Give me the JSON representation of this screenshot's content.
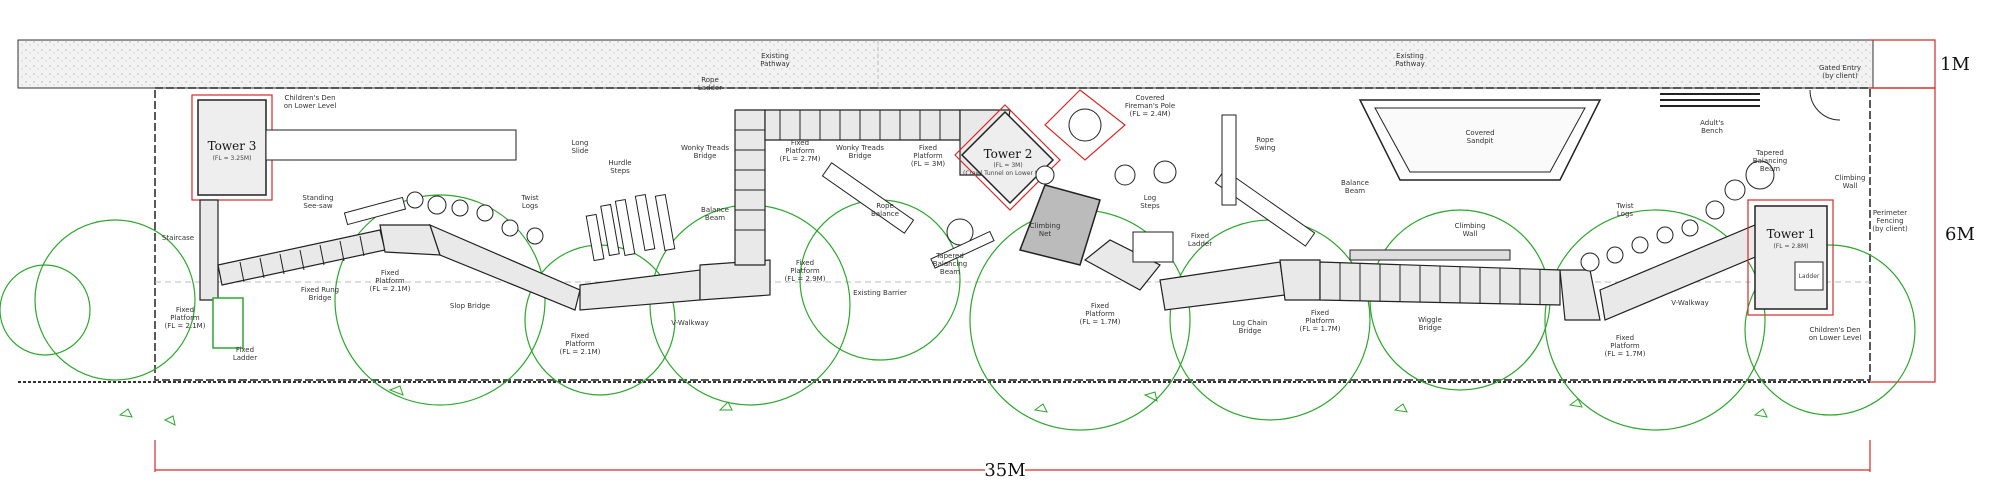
{
  "dimensions": {
    "width": "35M",
    "depth": "6M",
    "path": "1M"
  },
  "pathway": {
    "label_1": "Existing\nPathway",
    "label_2": "Existing\nPathway"
  },
  "gate": "Gated Entry\n(by client)",
  "fence": "Perimeter\nFencing\n(by client)",
  "towers": {
    "t3": {
      "name": "Tower 3",
      "fl": "(FL = 3.25M)"
    },
    "t2": {
      "name": "Tower 2",
      "fl": "(FL = 3M)",
      "note": "(Crawl Tunnel on Lower Level)"
    },
    "t1": {
      "name": "Tower 1",
      "fl": "(FL = 2.8M)"
    }
  },
  "labels": {
    "childrens_den_top": "Children's Den\non Lower Level",
    "long_slide": "Long\nSlide",
    "hurdle_steps": "Hurdle\nSteps",
    "rope_ladder": "Rope\nLadder",
    "wonky_1": "Wonky Treads\nBridge",
    "fixed_plat_a": "Fixed\nPlatform\n(FL = 2.7M)",
    "wonky_2": "Wonky Treads\nBridge",
    "fixed_plat_b": "Fixed\nPlatform\n(FL = 3M)",
    "covered_pole": "Covered\nFireman's Pole\n(FL = 2.4M)",
    "rope_swing": "Rope\nSwing",
    "covered_sandpit": "Covered\nSandpit",
    "adults_bench": "Adult's\nBench",
    "tapered_balancing_top": "Tapered\nBalancing\nBeam",
    "climbing_wall": "Climbing\nWall",
    "standing_seesaw": "Standing\nSee-saw",
    "twist_logs_1": "Twist\nLogs",
    "staircase": "Staircase",
    "fixed_rung_bridge": "Fixed Rung\nBridge",
    "fixed_plat_c": "Fixed\nPlatform\n(FL = 2.1M)",
    "slop_bridge": "Slop Bridge",
    "fixed_plat_d": "Fixed\nPlatform\n(FL = 2.1M)",
    "fixed_plat_e": "Fixed\nPlatform\n(FL = 2.1M)",
    "v_walkway_1": "V-Walkway",
    "balance_beam": "Balance\nBeam",
    "fixed_plat_f": "Fixed\nPlatform\n(FL = 2.9M)",
    "rope_balance": "Rope\nBalance",
    "tapered_balancing_mid": "Tapered\nBalancing\nBeam",
    "existing_barrier": "Existing Barrier",
    "climbing_net": "Climbing\nNet",
    "log_steps": "Log\nSteps",
    "fixed_ladder_mid": "Fixed\nLadder",
    "fixed_plat_g": "Fixed\nPlatform\n(FL = 1.7M)",
    "log_chain_bridge": "Log Chain\nBridge",
    "fixed_plat_h": "Fixed\nPlatform\n(FL = 1.7M)",
    "balance_beam_2": "Balance\nBeam",
    "climbing_wall_2": "Climbing\nWall",
    "wiggle_bridge": "Wiggle\nBridge",
    "twist_logs_2": "Twist\nLogs",
    "fixed_plat_i": "Fixed\nPlatform\n(FL = 1.7M)",
    "v_walkway_2": "V-Walkway",
    "ladder_label": "Ladder",
    "childrens_den_bottom": "Children's Den\non Lower Level",
    "fixed_ladder_left": "Fixed\nLadder"
  },
  "colors": {
    "tree": "#2ea62e",
    "red": "#d42a2a",
    "line": "#222222"
  }
}
